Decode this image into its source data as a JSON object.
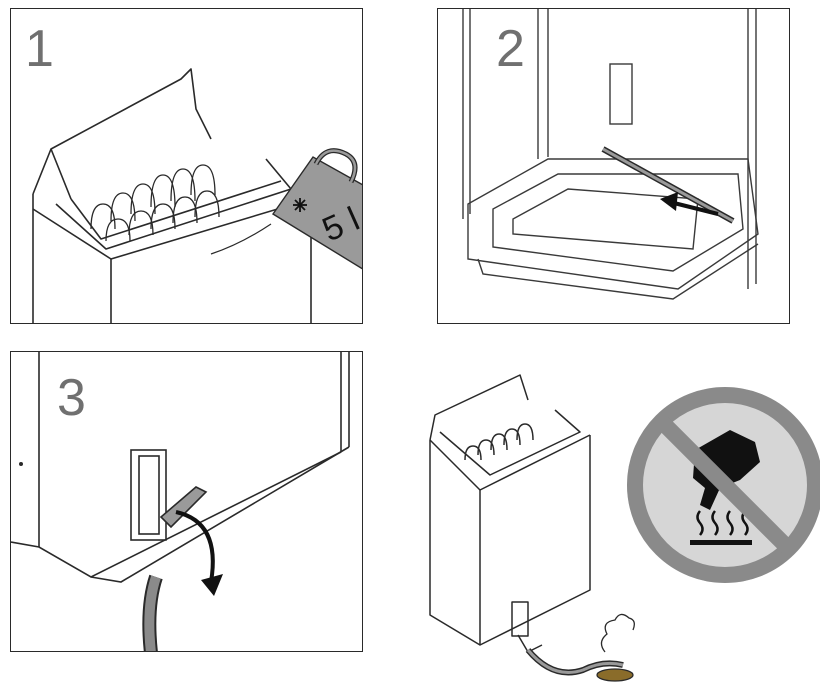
{
  "steps": [
    {
      "number": "1"
    },
    {
      "number": "2"
    },
    {
      "number": "3"
    }
  ],
  "water_tag": {
    "label": "5 l",
    "icon": "snowflake-icon"
  },
  "warning": {
    "icon": "no-touch-hot-surface-icon",
    "ring_color": "#8a8a8a",
    "bg_color": "#d6d6d6"
  },
  "colors": {
    "line": "#2a2a2a",
    "number": "#707070",
    "tag": "#9a9a9a"
  }
}
